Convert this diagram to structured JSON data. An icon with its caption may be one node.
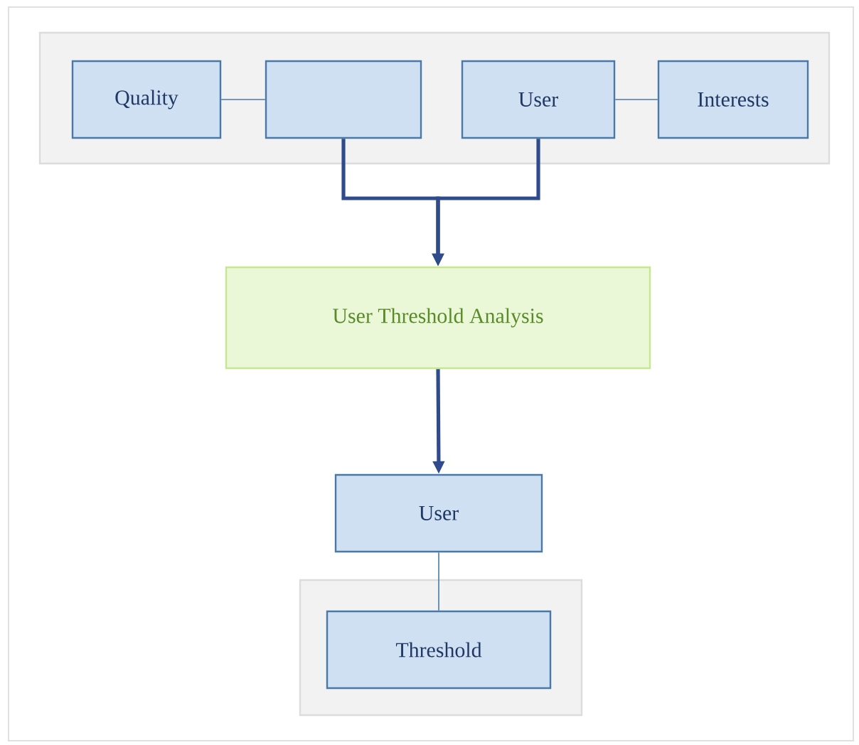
{
  "diagram": {
    "nodes": [
      {
        "text": [],
        "shape": "box"
      },
      {
        "text": [
          "Quality"
        ],
        "in": 0
      },
      {
        "text": [],
        "shape": "box",
        "in": 0
      },
      {
        "text": [
          "User"
        ],
        "in": 0
      },
      {
        "text": [
          "Interests"
        ],
        "in": 0
      },
      {
        "text": [
          "User Threshold Analysis"
        ]
      },
      {
        "text": [
          "User"
        ]
      },
      {
        "text": [],
        "shape": "box"
      },
      {
        "text": [
          "Threshold"
        ],
        "in": 7
      }
    ],
    "edges": [
      {
        "from": 1,
        "to": 2,
        "arrow": "none",
        "color": "#4a78a8"
      },
      {
        "from": 3,
        "to": 4,
        "arrow": "none",
        "color": "#4a78a8"
      },
      {
        "from": 2,
        "to": 5,
        "arrow": "to",
        "style": "thick"
      },
      {
        "from": 3,
        "to": 5,
        "arrow": "to",
        "style": "thick"
      },
      {
        "from": 5,
        "to": 6,
        "arrow": "to",
        "style": "thick"
      },
      {
        "from": 6,
        "to": 8,
        "arrow": "none",
        "color": "#4a78a8"
      }
    ]
  }
}
